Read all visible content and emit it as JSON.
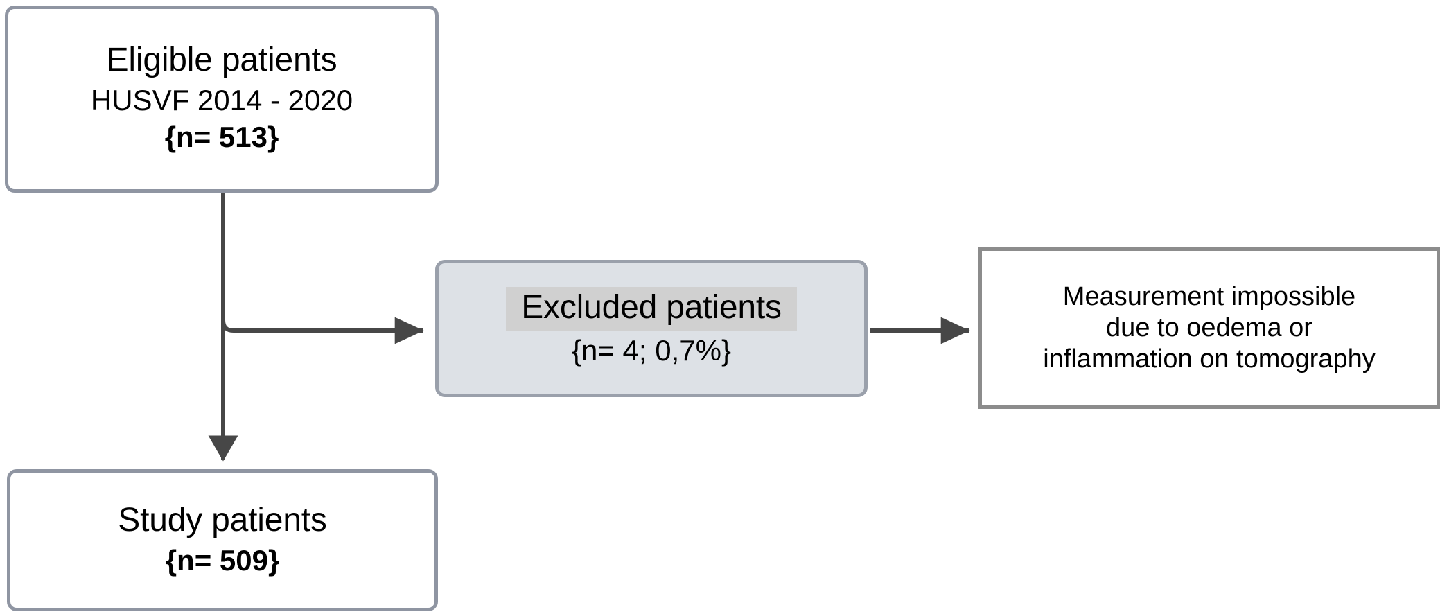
{
  "diagram": {
    "type": "flowchart",
    "title": "Patient selection flow diagram",
    "colors": {
      "rounded_border": "#8f95a2",
      "excluded_border": "#9aa0ab",
      "excluded_fill": "#dde1e6",
      "excluded_highlight": "#d0d0d0",
      "square_border": "#8c8c8c",
      "connector": "#474747",
      "text": "#000000",
      "background": "#ffffff"
    },
    "nodes": {
      "eligible": {
        "title": "Eligible patients",
        "subtitle": "HUSVF 2014 - 2020",
        "count": "{n= 513}"
      },
      "excluded": {
        "title": "Excluded patients",
        "count": "{n= 4; 0,7%}"
      },
      "reason": {
        "line1": "Measurement impossible",
        "line2": "due to oedema or",
        "line3": "inflammation on tomography"
      },
      "study": {
        "title": "Study patients",
        "count": "{n= 509}"
      }
    },
    "connectors": [
      {
        "name": "eligible-to-study",
        "from": "eligible",
        "to": "study",
        "direction": "down",
        "arrow": true
      },
      {
        "name": "eligible-to-excluded",
        "from": "eligible",
        "to": "excluded",
        "direction": "right",
        "arrow": true
      },
      {
        "name": "excluded-to-reason",
        "from": "excluded",
        "to": "reason",
        "direction": "right",
        "arrow": true
      }
    ]
  }
}
